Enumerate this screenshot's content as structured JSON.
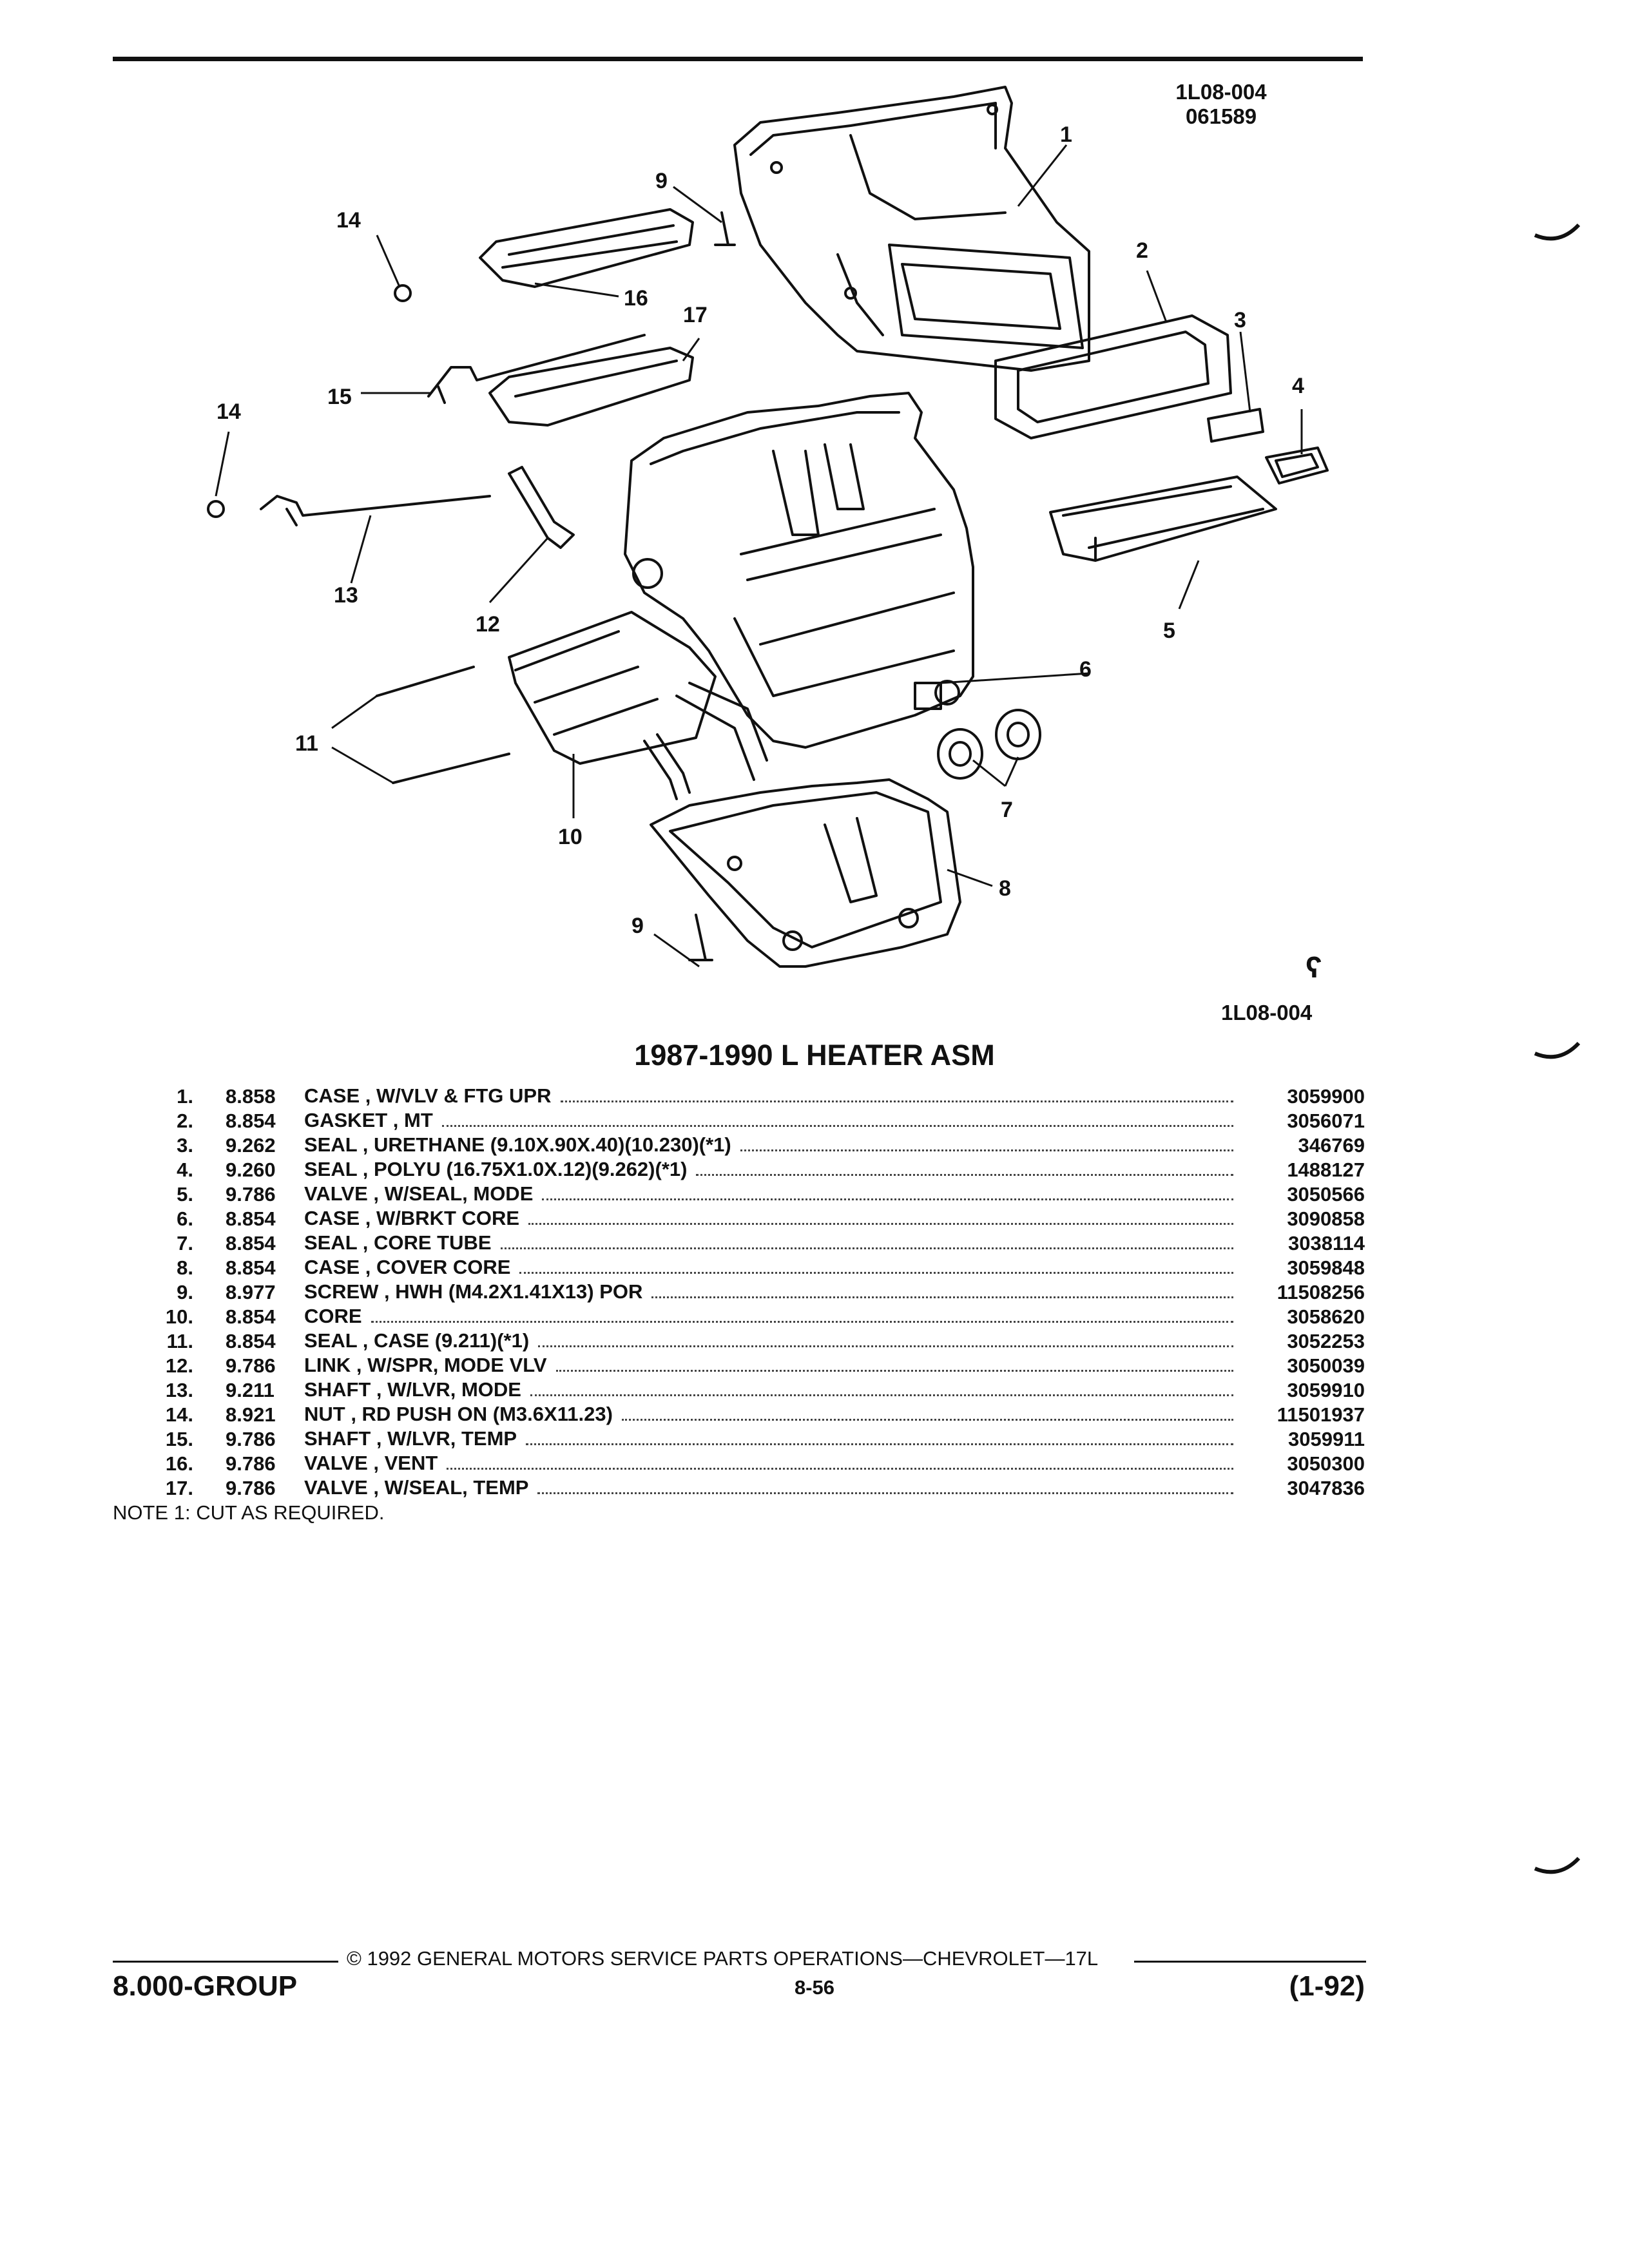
{
  "header": {
    "drawing_code": "1L08-004",
    "date_code": "061589"
  },
  "diagram": {
    "bottom_code": "1L08-004",
    "gm_mark": "ʕ",
    "callouts": [
      "1",
      "2",
      "3",
      "4",
      "5",
      "6",
      "7",
      "8",
      "9",
      "9",
      "10",
      "11",
      "12",
      "13",
      "14",
      "14",
      "15",
      "16",
      "17"
    ]
  },
  "title": "1987-1990 L HEATER ASM",
  "parts": [
    {
      "num": "1.",
      "group": "8.858",
      "desc": "CASE , W/VLV & FTG UPR",
      "part": "3059900"
    },
    {
      "num": "2.",
      "group": "8.854",
      "desc": "GASKET , MT",
      "part": "3056071"
    },
    {
      "num": "3.",
      "group": "9.262",
      "desc": "SEAL , URETHANE (9.10X.90X.40)(10.230)(*1)",
      "part": "346769"
    },
    {
      "num": "4.",
      "group": "9.260",
      "desc": "SEAL , POLYU (16.75X1.0X.12)(9.262)(*1)",
      "part": "1488127"
    },
    {
      "num": "5.",
      "group": "9.786",
      "desc": "VALVE , W/SEAL, MODE",
      "part": "3050566"
    },
    {
      "num": "6.",
      "group": "8.854",
      "desc": "CASE , W/BRKT CORE",
      "part": "3090858"
    },
    {
      "num": "7.",
      "group": "8.854",
      "desc": "SEAL , CORE TUBE",
      "part": "3038114"
    },
    {
      "num": "8.",
      "group": "8.854",
      "desc": "CASE , COVER CORE",
      "part": "3059848"
    },
    {
      "num": "9.",
      "group": "8.977",
      "desc": "SCREW , HWH (M4.2X1.41X13) POR",
      "part": "11508256"
    },
    {
      "num": "10.",
      "group": "8.854",
      "desc": "CORE",
      "part": "3058620"
    },
    {
      "num": "11.",
      "group": "8.854",
      "desc": "SEAL , CASE (9.211)(*1)",
      "part": "3052253"
    },
    {
      "num": "12.",
      "group": "9.786",
      "desc": "LINK , W/SPR, MODE VLV",
      "part": "3050039"
    },
    {
      "num": "13.",
      "group": "9.211",
      "desc": "SHAFT , W/LVR, MODE",
      "part": "3059910"
    },
    {
      "num": "14.",
      "group": "8.921",
      "desc": "NUT , RD PUSH ON (M3.6X11.23)",
      "part": "11501937"
    },
    {
      "num": "15.",
      "group": "9.786",
      "desc": "SHAFT , W/LVR, TEMP",
      "part": "3059911"
    },
    {
      "num": "16.",
      "group": "9.786",
      "desc": "VALVE , VENT",
      "part": "3050300"
    },
    {
      "num": "17.",
      "group": "9.786",
      "desc": "VALVE , W/SEAL, TEMP",
      "part": "3047836"
    }
  ],
  "note": "NOTE  1:  CUT AS REQUIRED.",
  "footer": {
    "copyright": "© 1992 GENERAL MOTORS SERVICE PARTS OPERATIONS—CHEVROLET—17L",
    "group": "8.000-GROUP",
    "page": "8-56",
    "date": "(1-92)"
  }
}
